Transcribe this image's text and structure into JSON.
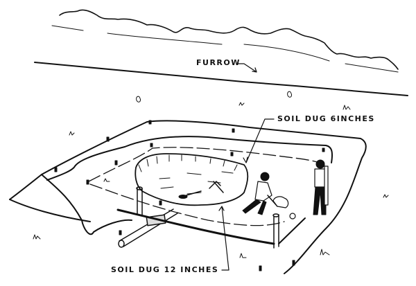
{
  "illustration": {
    "labels": {
      "furrow": "FURROW",
      "soil_dug_6": "SOIL DUG 6INCHES",
      "soil_dug_12": "SOIL DUG 12 INCHES"
    },
    "colors": {
      "ink": "#111111",
      "paper": "#ffffff"
    }
  }
}
